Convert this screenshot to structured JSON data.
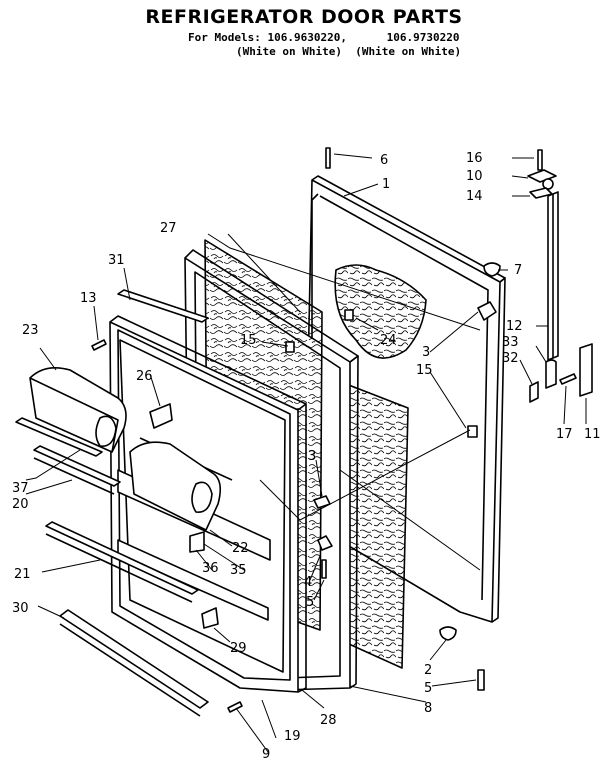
{
  "header": {
    "title": "REFRIGERATOR DOOR PARTS",
    "models_line1": "For Models: 106.9630220,      106.9730220",
    "models_line2": "(White on White)  (White on White)"
  },
  "parts": {
    "p1": "1",
    "p2": "2",
    "p3a": "3",
    "p3b": "3",
    "p4": "4",
    "p5a": "5",
    "p5b": "5",
    "p6": "6",
    "p7": "7",
    "p8": "8",
    "p9": "9",
    "p10": "10",
    "p11": "11",
    "p12": "12",
    "p13": "13",
    "p14": "14",
    "p15a": "15",
    "p15b": "15",
    "p16": "16",
    "p17": "17",
    "p19": "19",
    "p20": "20",
    "p21": "21",
    "p22": "22",
    "p23": "23",
    "p24": "24",
    "p26": "26",
    "p27": "27",
    "p28": "28",
    "p29": "29",
    "p30": "30",
    "p31": "31",
    "p32": "32",
    "p33": "33",
    "p35": "35",
    "p36": "36",
    "p37": "37"
  }
}
